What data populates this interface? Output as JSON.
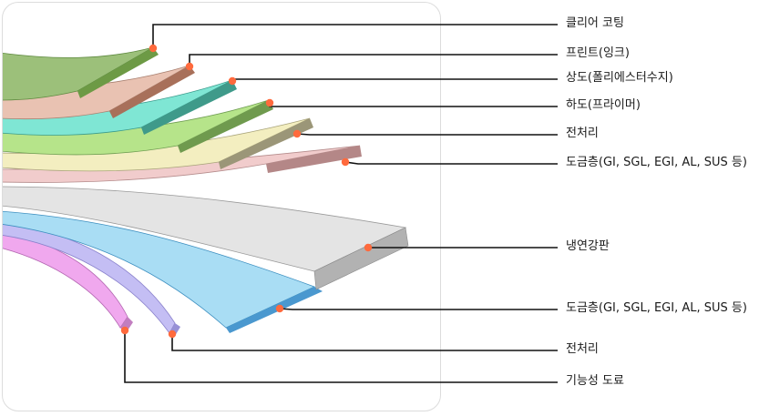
{
  "diagram": {
    "labels": [
      "클리어 코팅",
      "프린트(잉크)",
      "상도(폴리에스터수지)",
      "하도(프라이머)",
      "전처리",
      "도금층(GI, SGL, EGI, AL, SUS 등)",
      "냉연강판",
      "도금층(GI, SGL, EGI, AL, SUS 등)",
      "전처리",
      "기능성 도료"
    ],
    "colors": {
      "clear_coat": "#9cc07a",
      "print": "#e9c2b2",
      "top_coat": "#7fe6d4",
      "primer": "#b6e48a",
      "pretreat_top": "#f3eec0",
      "plating_top": "#f1cccc",
      "steel": "#e4e4e4",
      "plating_bottom": "#a9ddf4",
      "pretreat_bottom": "#c4bef4",
      "functional": "#f0a8ee",
      "marker": "#ff6a3d",
      "leader": "#111111"
    }
  }
}
